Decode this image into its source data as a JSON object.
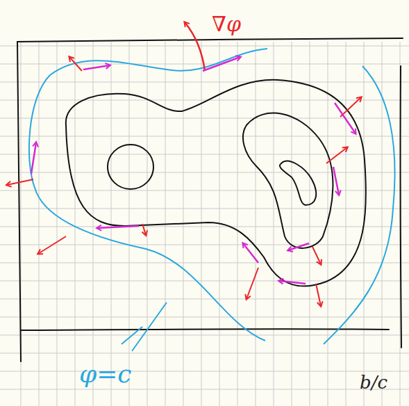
{
  "diagram": {
    "labels": [
      "∇φ",
      "φ=c",
      "b/c"
    ]
  }
}
